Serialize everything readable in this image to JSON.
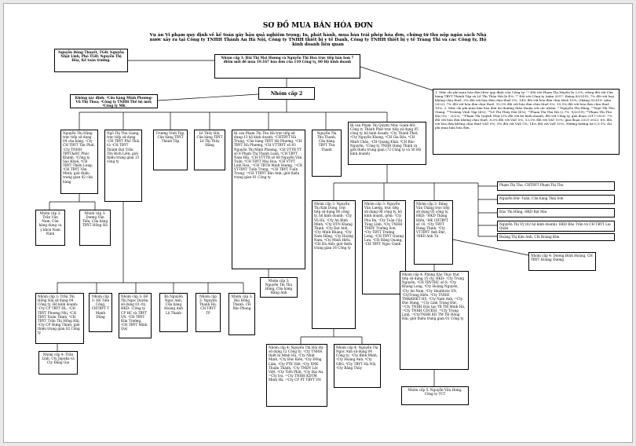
{
  "title": "SƠ ĐỒ MUA BÁN HÓA ĐƠN",
  "subtitle": "Vụ án Vi phạm quy định về kế toán gây hậu quả nghiêm trọng; In, phát hành, mua bán trái phép hóa đơn, chứng từ thu nộp ngân sách Nhà nước xảy ra tại Công ty TNHH Thành An Hà Nội, Công ty TNHH thiết bị y tế Danh, Công ty TNHH thiết bị y tế Tràng Thi và các Công ty, Hộ kinh doanh liên quan",
  "nodes": {
    "top_left": "Nguyễn Đông Thuyết, TGĐ; Nguyễn Nhật Linh, Phó TGĐ; Nguyễn Thị Hòa, Kế toán trưởng.",
    "cap1": "Nhóm cấp 1: Bùi Thị Mai Hương và Nguyễn Thị Hoà trực tiếp bán hơn 7 điểm mối để mua 19.167 hóa đơn của 110 Công ty, 80 Hộ kinh doanh",
    "khong_xac_dinh": "Không xác định: ¹Cửa hàng Minh Phương- Vũ Thị Thoa; ²Công ty TNHH Thế hệ mới; ³Công ty MK",
    "right_info": "1. Mức chi phí mua hóa đơn theo quy định của Công ty: ⁽¹⁾ Đối với Phạm Thị Huyền là 3,5%, riêng đối với Cửa hàng TBYT Thành Tập và Lê Thị Thủy Hải là 4%; ⁽²⁾ Đối với Công ty (năm 2017- tháng 8/2019): 7% đối với loại không chịu thuế, 5% đối với hóa đơn chịu thuế 5%, 14% đối với hóa đơn chịu thuế 10%; (tháng 9/2019- năm 2022): 7% đối với hóa đơn chịu thuế, 10,5% đối với hóa đơn chịu thuế 5%, 15,5% đối với hóa đơn chịu thuế 10%. 2. Mức chi phí mua bán hóa đơn do thương thảo thuận với các nhóm: ⁽¹⁾Nguyễn Thị Hằng, ⁽²⁾Ngô Thị Thu Giang, ⁽³⁾Trương Vĩnh Tập (4%); ⁽⁴⁾Lê Thị Thủy Hải (4%); ⁽⁵⁾Phạm Thị Thu Hà (2,7% -9/2019); ⁽⁶⁾Phạm Thị Thu Hà (3% - 2022); ⁽⁷⁾Phạm Thị Quỳnh Như (3% đối với hộ kinh doanh; đối với Công ty, giai đoạn 2017-2020: 7% đối với hóa đơn không chịu thuế, 8,5% đối với VAT 5%; 13,5% đối với VAT 10%; giai đoạn 2021-2022: 6% đối với hóa đơn không chịu thuế VAT 0%; 9% đối với VAT 5%; 14% đối với VAT 10%. Hướng hưởng lợi 0,5-1% chi phí mua bán hóa đơn.",
    "cap2": "Nhóm cấp 2",
    "hang": "Nguyễn Thị Hằng trực tiếp sử dụng 04 cửa hàng, ¹Cty CH TBYT Tân Phát, ²Cty TNHH TBYT&HC Phúc Khánh, ³Công ty Sao Khuê, ⁴CH TBYT Thiên Long; ⁵CH TBYT Vân Minh; giới thiệu trung gian 02 cửa hàng",
    "giang": "Ngô Thị Thu Giang, trực tiếp sử dụng ¹CH TBYT Phố Thái và ²CH TBYT Thành Đạt Trần Tôn Bích Liên; giới thiệu trung gian 15 công ty",
    "tap": "Trương Vĩnh Tập, Cửa hàng TBYT Thành Tập",
    "thuy": "Lê Thủy Hải, Cửa hàng TBYT Lê Thị Thủy Hằng",
    "ha": "Bị can Phạm Thị Thu Hà trực tiếp sử dụng 13 hộ kinh doanh: ¹CHTBYT Hà Trung, ²Cửa hàng TBYT Hà Phương, ³CH TBYT Hà Phương, ⁴CH VTTBYT số 83 Nguyễn Thị Minh Phương, ⁵CH VTTB YT số 8 Phạm Thị Thanh Luân, ⁶CH TBYT Nam Hải, ⁷CH VTTTB số 68 Nguyễn Văn Tuấn, ⁸CH TBYT Mai Hoa, ⁹CH VTYT Linh Hoa, ¹⁰CH TBTH Minh Hương, ¹¹CH VTTBYT Tuấn Trung, ¹²CH TBYT Tuấn Trung, ¹³CH TTBYT Bảo Anh; giới thiệu trung gian 01 Công ty",
    "thanh": "Nguyễn Thị Thu Thanh, Cửa hàng TBYT Thu Thanh",
    "nhu": "Bị can Phạm Thị Quỳnh Như, Giám đốc Công ty Thành Phát trực tiếp sử dụng 05 công ty, hộ kinh doanh: ¹Cty Thành Phát, ²Cty Nguyễn Khang, ³CH Gia Bảo, ⁴CH Minh Châu, ⁵CH Quang Khải, ⁶CH Bảo Nguyên; ⁷Công ty TNHH Hưng Thịnh và giới thiệu trung gian (72 Công ty và 50 Hộ kinh doanh)",
    "tran_van_nam": "Nhóm cấp 3: Trần Văn Nam, Cửa hàng dụng cụ y khoa Nam Ninh",
    "duong_van_tien": "Nhóm cấp 3: Dương Văn Tiến, Cửa hàng TBYT Hồng Hà",
    "cap3_khang": "Nhóm cấp 3: Nguyễn Thị Kim Dung, trực tiếp sử dụng 06 công ty, hộ kinh doanh: ¹Cty Vũ Hà, ²Cty An Bình Minh, ³Cty DTN Khang Thịnh, ⁴Cty Đạt Anh, ⁵Cty Minh Khang, ⁶Cty Nam Hằng, ⁷Cty Hoàng Nam, ⁸Cty Minh Hiếu, ⁹CH Hà Anh; giới thiệu trung gian 16 Công ty",
    "cap3_luong": "Nhóm cấp 3: Nguyễn Văn Lương, trực tiếp sử dụng 08 công ty, hộ kinh doanh, gồm: ¹Cty Phú Đa, ²Cty Toàn Cầu Tùng Linh, ³Cty TNHH TMDV Trường Sơn, ⁴Cty TBYT Trường Long, ⁵CH TBYT Quang Lưu, ⁶CH Đăng Quang, ⁷CH TBYT Ngọc Oanh",
    "cap3_thang": "Nhóm cấp 3: Đặng Văn Thắng trực tiếp sử dụng 05 công ty, HKD: ¹HKD Thắng Hiền, ²HK CHTBYT số 10, ³Cty TBYT Hưng Thịnh, ⁴Cty VTTBYT Anh Đức, ⁵HKD Anh Tú",
    "cap3_tran_hai": "Nhóm cấp 3: Trần Thị Hồng Hải sử dụng 04 Công ty, Hộ kinh doanh: ¹Cty CP TBYT HL, ²CH TBYT Phương Nhị, ³CH TBYT Xuân Thịnh, ⁴CH TBYT Trần Thị Hồng Hải, ⁵Cty CP Hưng Thịnh; giới thiệu trung gian 02 Công ty",
    "cap3_dung": "Nhóm cấp 3: Hồ Tiến Công, CHTBYT T Mạnh Dũng",
    "cap3_duyen": "Nhóm cấp 3: Đỗ Thị Ngọc Duyên, sử dụng 03 cty, HKD: ¹Công ty CP HC và TBYT VN, ²CH TBYT Kim Trường, ³CH TBYT Minh Quý",
    "cap3_ba": "Bà Nguyễn Ngọc Anh, Cửa hàng Hoàng Anh Lộ Thanh",
    "cap3_thanh_ha": "Nhóm cấp 3: Nguyễn Thanh Hà, CH TBYT TP",
    "cap3_hong_thanh": "Nhóm cấp 3: Bùi Hồng Thanh, CH Bảo Phong",
    "cap3_hang_anh": "Nhóm cấp 3: Nguyễn Thị Thu Hằng, Cửa hàng Hằng Anh",
    "cap4_tran_linh": "Nhóm cấp 4: Trần Linh, Cty Japuka và Cty Đăng Gia",
    "r1": "Phạm Thị Thu, CHTBYT Phạm Thị Thu",
    "r2": "Nguyễn Đức Tuấn, Cửa hàng Thái Sơn",
    "r3": "Đào Thị Hằng, HKD Bạt Mai",
    "r4": "Nguyễn Thị Vỹ (02 hộ kinh doanh): HKD Bảo Trân và CH TBYT Lai Quân",
    "r5": "Hoàng Thị Kim Anh, CH Hoàng Kim",
    "cap4_hoang": "Nhóm cấp 4: Dương Đình Hoàng, CH TBYT Hoàng Dương",
    "cap4_khanh": "Nhóm cấp 4: Phùng Xảo Thục trực tiếp sử dụng 15 cty, HKD: ¹Cty Trung Nguyên, ²CH TBVTHC số 8, ³Cty Khang Long, ⁴Cty Hoàng Nguyên, ⁵Cty An Nam, ⁶Cty Healthvie VN, ⁷CtyTrung Hiếu, ⁸Cty TNHH TM&KHKT HS, ⁹Cty Nam Anh, ¹⁰Cty Đức Hưng, ¹¹Cty Linh Trung Đức, ¹²Cty TNHH Đào tạo TB TM Minh Hà, ¹³Cty TNHH CDCKSI, ¹⁴Cty Trung Linh, ¹⁵CtyTNHH KD TM TH Hồng Hải; giới thiệu trung gian 01 Công ty",
    "cap4_hai": "Nhóm cấp 4: Nguyễn Thị Hải Hà sử dụng 12 Công ty: ¹Cty TNHH thiết bị Minh Hà, ²Cty Nhật Minh, ³Cty Đức Kiên, ⁴Cty Đồng Lâm, ⁵Cty PTK Việt, ⁶Cty XNK Thuận Thành, ⁷Cty TMDV Lộc Việt, ⁸Cty Tiến Phát, ⁹Cty Đại An, ¹⁰Cty Iva, ¹¹Cty TNHH KDTM Minh Hà, ¹²Cty CP PT TBYT VN",
    "cap4_ngoc_anh": "Nhóm cấp 4: Nguyễn Thị Ngọc Anh sử dụng 04 Công ty: ¹Cty Bình Minh, ²Cty Hoàng Anh, ³Cty GBG, ⁴Cty TBYT Hà Nội, ⁵Cty Bằng Thủy",
    "cap5": "Nhóm cấp 5: Nguyễn Văn Hưng, Công ty TCT"
  }
}
